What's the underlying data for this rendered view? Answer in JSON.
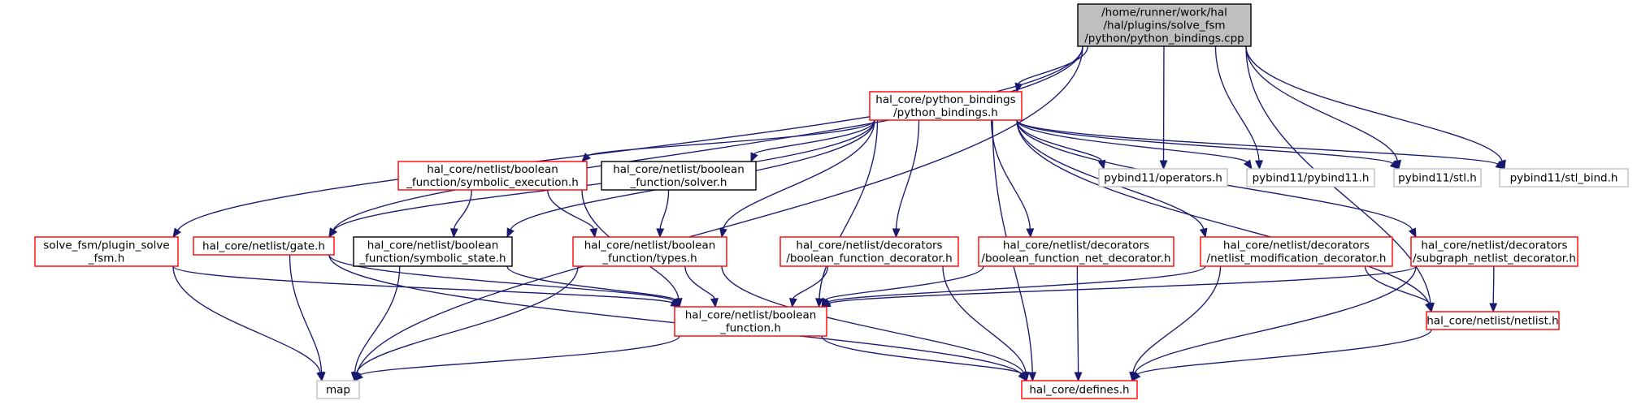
{
  "colors": {
    "edge": "#191970",
    "root_fill": "#bfbfbf",
    "red_border": "#ff0000",
    "black_border": "#000000",
    "grey_border": "#bfbfbf"
  },
  "nodes": [
    {
      "id": "root",
      "style": "root",
      "lines": [
        "/home/runner/work/hal",
        "/hal/plugins/solve_fsm",
        "/python/python_bindings.cpp"
      ]
    },
    {
      "id": "pb",
      "style": "red",
      "lines": [
        "hal_core/python_bindings",
        "/python_bindings.h"
      ]
    },
    {
      "id": "sym_exec",
      "style": "red",
      "lines": [
        "hal_core/netlist/boolean",
        "_function/symbolic_execution.h"
      ]
    },
    {
      "id": "solver",
      "style": "black",
      "lines": [
        "hal_core/netlist/boolean",
        "_function/solver.h"
      ]
    },
    {
      "id": "op",
      "style": "grey",
      "lines": [
        "pybind11/operators.h"
      ]
    },
    {
      "id": "pyb",
      "style": "grey",
      "lines": [
        "pybind11/pybind11.h"
      ]
    },
    {
      "id": "stl",
      "style": "grey",
      "lines": [
        "pybind11/stl.h"
      ]
    },
    {
      "id": "stlb",
      "style": "grey",
      "lines": [
        "pybind11/stl_bind.h"
      ]
    },
    {
      "id": "psolve",
      "style": "red",
      "lines": [
        "solve_fsm/plugin_solve",
        "_fsm.h"
      ]
    },
    {
      "id": "gate",
      "style": "red",
      "lines": [
        "hal_core/netlist/gate.h"
      ]
    },
    {
      "id": "sym_state",
      "style": "black",
      "lines": [
        "hal_core/netlist/boolean",
        "_function/symbolic_state.h"
      ]
    },
    {
      "id": "types",
      "style": "red",
      "lines": [
        "hal_core/netlist/boolean",
        "_function/types.h"
      ]
    },
    {
      "id": "bfd",
      "style": "red",
      "lines": [
        "hal_core/netlist/decorators",
        "/boolean_function_decorator.h"
      ]
    },
    {
      "id": "bfnd",
      "style": "red",
      "lines": [
        "hal_core/netlist/decorators",
        "/boolean_function_net_decorator.h"
      ]
    },
    {
      "id": "nmd",
      "style": "red",
      "lines": [
        "hal_core/netlist/decorators",
        "/netlist_modification_decorator.h"
      ]
    },
    {
      "id": "snd",
      "style": "red",
      "lines": [
        "hal_core/netlist/decorators",
        "/subgraph_netlist_decorator.h"
      ]
    },
    {
      "id": "bf",
      "style": "red",
      "lines": [
        "hal_core/netlist/boolean",
        "_function.h"
      ]
    },
    {
      "id": "netlist",
      "style": "red",
      "lines": [
        "hal_core/netlist/netlist.h"
      ]
    },
    {
      "id": "map",
      "style": "grey",
      "lines": [
        "map"
      ]
    },
    {
      "id": "defines",
      "style": "red",
      "lines": [
        "hal_core/defines.h"
      ]
    }
  ],
  "edges": [
    [
      "root",
      "pb"
    ],
    [
      "root",
      "op"
    ],
    [
      "root",
      "pyb"
    ],
    [
      "root",
      "stl"
    ],
    [
      "root",
      "stlb"
    ],
    [
      "root",
      "psolve"
    ],
    [
      "root",
      "gate"
    ],
    [
      "root",
      "map"
    ],
    [
      "root",
      "netlist"
    ],
    [
      "pb",
      "sym_exec"
    ],
    [
      "pb",
      "solver"
    ],
    [
      "pb",
      "op"
    ],
    [
      "pb",
      "pyb"
    ],
    [
      "pb",
      "stl"
    ],
    [
      "pb",
      "stlb"
    ],
    [
      "pb",
      "gate"
    ],
    [
      "pb",
      "sym_state"
    ],
    [
      "pb",
      "types"
    ],
    [
      "pb",
      "bf"
    ],
    [
      "pb",
      "bfd"
    ],
    [
      "pb",
      "bfnd"
    ],
    [
      "pb",
      "nmd"
    ],
    [
      "pb",
      "snd"
    ],
    [
      "pb",
      "netlist"
    ],
    [
      "pb",
      "defines"
    ],
    [
      "sym_exec",
      "sym_state"
    ],
    [
      "sym_exec",
      "types"
    ],
    [
      "sym_exec",
      "bf"
    ],
    [
      "solver",
      "types"
    ],
    [
      "psolve",
      "map"
    ],
    [
      "psolve",
      "bf"
    ],
    [
      "gate",
      "map"
    ],
    [
      "gate",
      "bf"
    ],
    [
      "gate",
      "defines"
    ],
    [
      "sym_state",
      "map"
    ],
    [
      "sym_state",
      "bf"
    ],
    [
      "types",
      "bf"
    ],
    [
      "types",
      "map"
    ],
    [
      "types",
      "defines"
    ],
    [
      "bfd",
      "bf"
    ],
    [
      "bfd",
      "defines"
    ],
    [
      "bfnd",
      "bf"
    ],
    [
      "bfnd",
      "defines"
    ],
    [
      "nmd",
      "bf"
    ],
    [
      "nmd",
      "netlist"
    ],
    [
      "nmd",
      "defines"
    ],
    [
      "snd",
      "bf"
    ],
    [
      "snd",
      "netlist"
    ],
    [
      "snd",
      "defines"
    ],
    [
      "bf",
      "map"
    ],
    [
      "bf",
      "defines"
    ],
    [
      "netlist",
      "defines"
    ]
  ]
}
